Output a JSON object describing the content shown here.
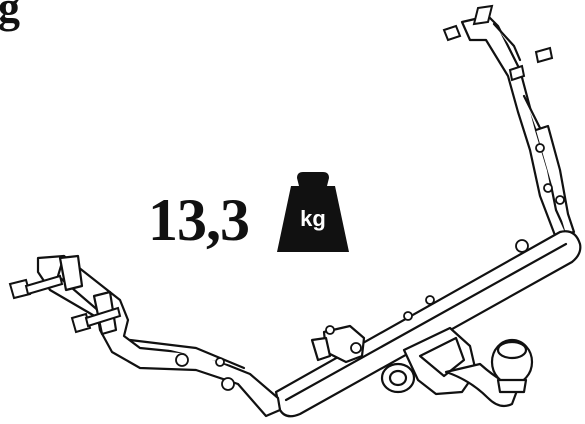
{
  "corner_text": "g",
  "weight": {
    "value": "13,3",
    "unit": "kg",
    "icon": "weight-icon"
  },
  "product": {
    "illustration": "tow-bar-icon",
    "ink_color": "#111111"
  }
}
